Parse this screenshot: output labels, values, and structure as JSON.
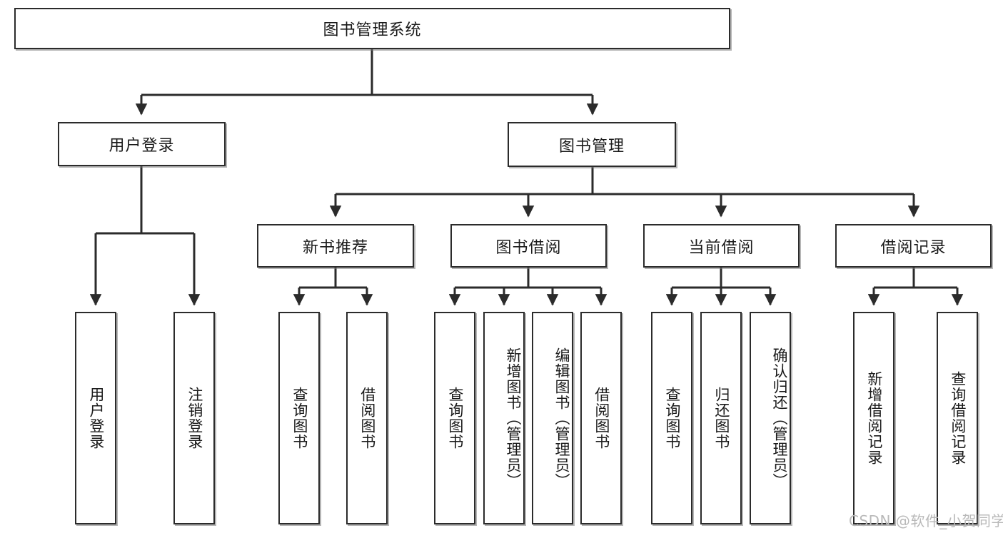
{
  "diagram": {
    "type": "tree",
    "title": "图书管理系统",
    "root": {
      "label": "图书管理系统"
    },
    "level1": [
      {
        "label": "用户登录"
      },
      {
        "label": "图书管理"
      }
    ],
    "level2": [
      {
        "label": "新书推荐"
      },
      {
        "label": "图书借阅"
      },
      {
        "label": "当前借阅"
      },
      {
        "label": "借阅记录"
      }
    ],
    "leaves": {
      "user_login": [
        {
          "label": "用户登录"
        },
        {
          "label": "注销登录"
        }
      ],
      "new_book_recommend": [
        {
          "label": "查询图书"
        },
        {
          "label": "借阅图书"
        }
      ],
      "book_borrow": [
        {
          "label": "查询图书"
        },
        {
          "label": "新增图书（管理员）"
        },
        {
          "label": "编辑图书（管理员）"
        },
        {
          "label": "借阅图书"
        }
      ],
      "current_borrow": [
        {
          "label": "查询图书"
        },
        {
          "label": "归还图书"
        },
        {
          "label": "确认归还（管理员）"
        }
      ],
      "borrow_record": [
        {
          "label": "新增借阅记录"
        },
        {
          "label": "查询借阅记录"
        }
      ]
    }
  },
  "watermark": {
    "text": "CSDN @软件_小贺同学"
  },
  "colors": {
    "stroke": "#2b2b2b",
    "box_fill": "#ffffff",
    "text": "#1a1a1a",
    "watermark": "#b9b9b9"
  }
}
